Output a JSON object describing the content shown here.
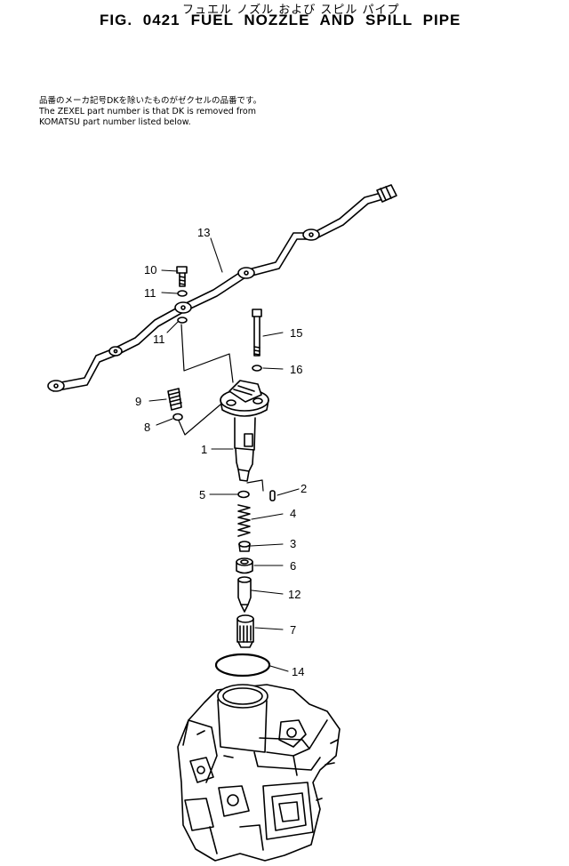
{
  "header": {
    "title_jp": "フュエル ノズル および スピル パイプ",
    "fig_number": "FIG. 0421",
    "title": "FUEL NOZZLE AND SPILL PIPE"
  },
  "note": {
    "line_jp": "品番のメーカ記号DKを除いたものがゼクセルの品番です。",
    "line_1": "The ZEXEL part number is that DK is removed from",
    "line_2": "KOMATSU part number listed below."
  },
  "callouts": {
    "c1": "1",
    "c2": "2",
    "c3": "3",
    "c4": "4",
    "c5": "5",
    "c6": "6",
    "c7": "7",
    "c8": "8",
    "c9": "9",
    "c10": "10",
    "c11a": "11",
    "c11b": "11",
    "c12": "12",
    "c13": "13",
    "c14": "14",
    "c15": "15",
    "c16": "16"
  }
}
